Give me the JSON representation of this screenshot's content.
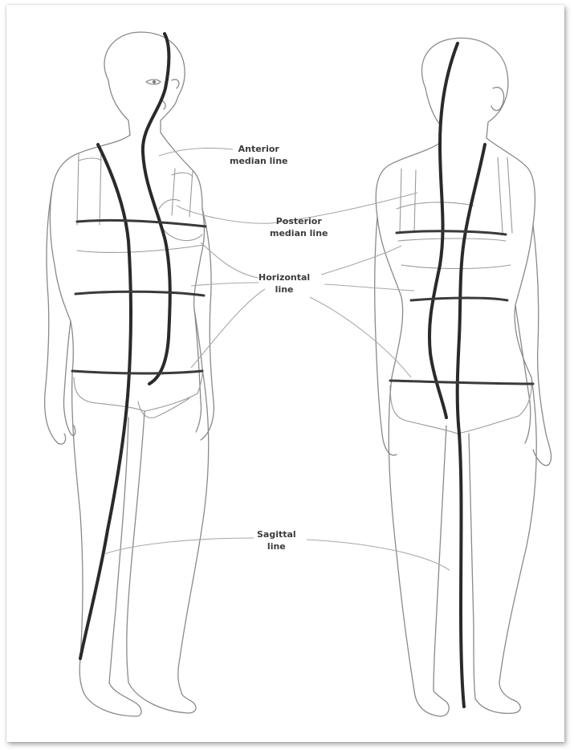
{
  "labels": {
    "anterior": {
      "line1": "Anterior",
      "line2": "median line"
    },
    "posterior": {
      "line1": "Posterior",
      "line2": "median line"
    },
    "horizontal": {
      "line1": "Horizontal",
      "line2": "line"
    },
    "sagittal": {
      "line1": "Sagittal",
      "line2": "line"
    }
  },
  "colors": {
    "outline": "#8a8a8a",
    "reference_line": "#2a2a2a",
    "label_text": "#3c3c3c",
    "leader_line": "#a8a8a8"
  }
}
